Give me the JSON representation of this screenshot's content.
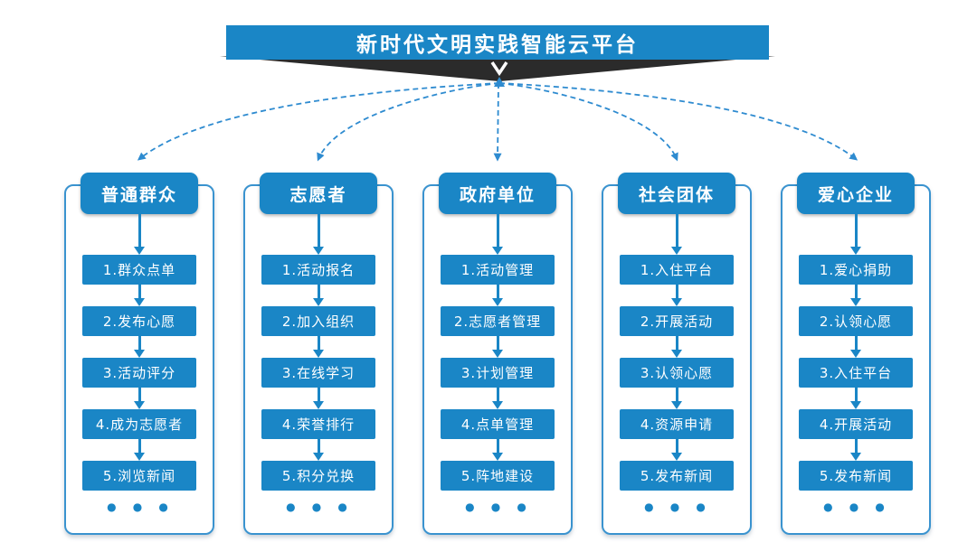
{
  "title": "新时代文明实践智能云平台",
  "ellipsis": "● ● ●",
  "colors": {
    "primary_blue": "#1a86c6",
    "dashed_line_blue": "#2e8bd0",
    "frame_border_blue": "#3a93cf",
    "ribbon_dark": "#2b2b2b"
  },
  "columns": [
    {
      "header": "普通群众",
      "steps": [
        "1.群众点单",
        "2.发布心愿",
        "3.活动评分",
        "4.成为志愿者",
        "5.浏览新闻"
      ]
    },
    {
      "header": "志愿者",
      "steps": [
        "1.活动报名",
        "2.加入组织",
        "3.在线学习",
        "4.荣誉排行",
        "5.积分兑换"
      ]
    },
    {
      "header": "政府单位",
      "steps": [
        "1.活动管理",
        "2.志愿者管理",
        "3.计划管理",
        "4.点单管理",
        "5.阵地建设"
      ]
    },
    {
      "header": "社会团体",
      "steps": [
        "1.入住平台",
        "2.开展活动",
        "3.认领心愿",
        "4.资源申请",
        "5.发布新闻"
      ]
    },
    {
      "header": "爱心企业",
      "steps": [
        "1.爱心捐助",
        "2.认领心愿",
        "3.入住平台",
        "4.开展活动",
        "5.发布新闻"
      ]
    }
  ]
}
